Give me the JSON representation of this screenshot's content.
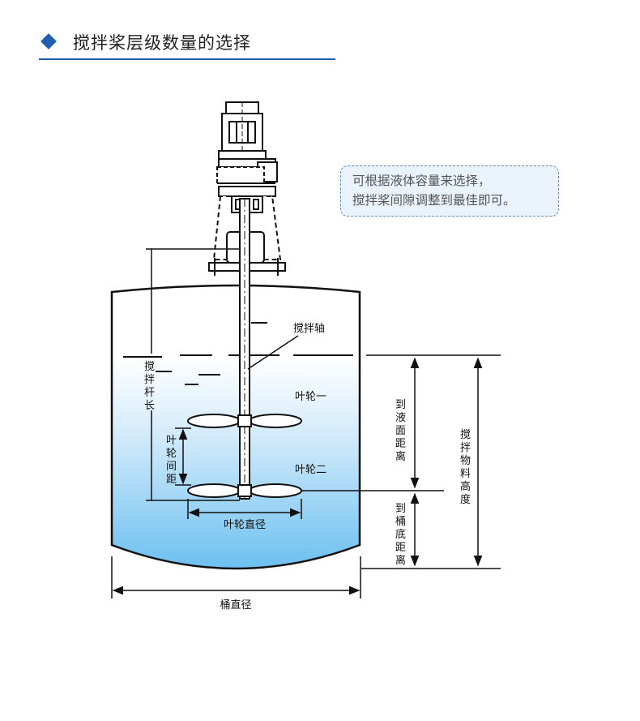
{
  "header": {
    "title": "搅拌桨层级数量的选择"
  },
  "note": {
    "line1": "可根据液体容量来选择，",
    "line2": "搅拌桨间隙调整到最佳即可。"
  },
  "labels": {
    "shaft": "搅拌轴",
    "rod_length": "搅拌杆长",
    "impeller_1": "叶轮一",
    "impeller_2": "叶轮二",
    "impeller_spacing": "叶轮间距",
    "impeller_diameter": "叶轮直径",
    "to_liquid_surface": "到液面距离",
    "to_tank_bottom": "到桶底距离",
    "material_height": "搅拌物料高度",
    "tank_diameter": "桶直径"
  },
  "colors": {
    "accent": "#1f5fae",
    "liquid_top": "#ffffff",
    "liquid_bottom": "#6cc0f0"
  }
}
